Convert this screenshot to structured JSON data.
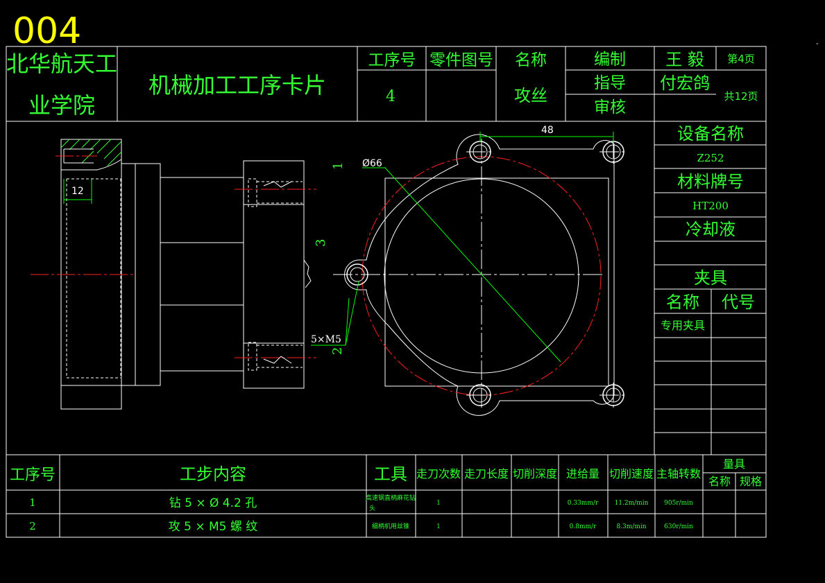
{
  "drawing_no": "004",
  "header": {
    "school_line1": "北华航天工",
    "school_line2": "业学院",
    "card_title": "机械加工工序卡片",
    "col_process_no": "工序号",
    "col_part_drawing_no": "零件图号",
    "col_name": "名称",
    "process_no_value": "4",
    "name_value": "攻丝",
    "label_compile": "编制",
    "label_guide": "指导",
    "label_review": "审核",
    "compiler_name": "王 毅",
    "guide_name": "付宏鸽",
    "page_current": "第4页",
    "page_total": "共12页"
  },
  "side_panel": {
    "equipment_label": "设备名称",
    "equipment_value": "Z252",
    "material_label": "材料牌号",
    "material_value": "HT200",
    "coolant_label": "冷却液",
    "fixture_label": "夹具",
    "fixture_col_name": "名称",
    "fixture_col_code": "代号",
    "fixture_name_value": "专用夹具"
  },
  "drawing": {
    "dim_12": "12",
    "dim_48": "48",
    "dim_diameter": "Ø66",
    "thread_spec": "5×M5",
    "surface_mark_1": "1",
    "surface_mark_2": "2",
    "surface_mark_3": "3"
  },
  "step_table": {
    "headers": {
      "step_no": "工序号",
      "content": "工步内容",
      "tool": "工具",
      "passes": "走刀次数",
      "feed_length": "走刀长度",
      "cut_depth": "切削深度",
      "feed": "进给量",
      "cut_speed": "切削速度",
      "spindle_speed": "主轴转数",
      "gauge": "量具",
      "gauge_name": "名称",
      "gauge_spec": "规格"
    },
    "rows": [
      {
        "no": "1",
        "content": "钻 5 × Ø 4.2 孔",
        "tool_line1": "高速钢直柄麻花钻",
        "tool_line2": "头",
        "passes": "1",
        "feed": "0.33mm/r",
        "cut_speed": "11.2m/min",
        "spindle": "905r/min"
      },
      {
        "no": "2",
        "content": "攻 5 × M5 螺 纹",
        "tool_line1": "细柄机用丝锥",
        "tool_line2": "",
        "passes": "1",
        "feed": "0.8mm/r",
        "cut_speed": "8.3m/min",
        "spindle": "630r/min"
      }
    ]
  },
  "colors": {
    "frame": "#ffffff",
    "text": "#33ff33",
    "title_yellow": "#ffff00",
    "centerline_red": "#ff2020",
    "dimension_green": "#00ff00"
  }
}
